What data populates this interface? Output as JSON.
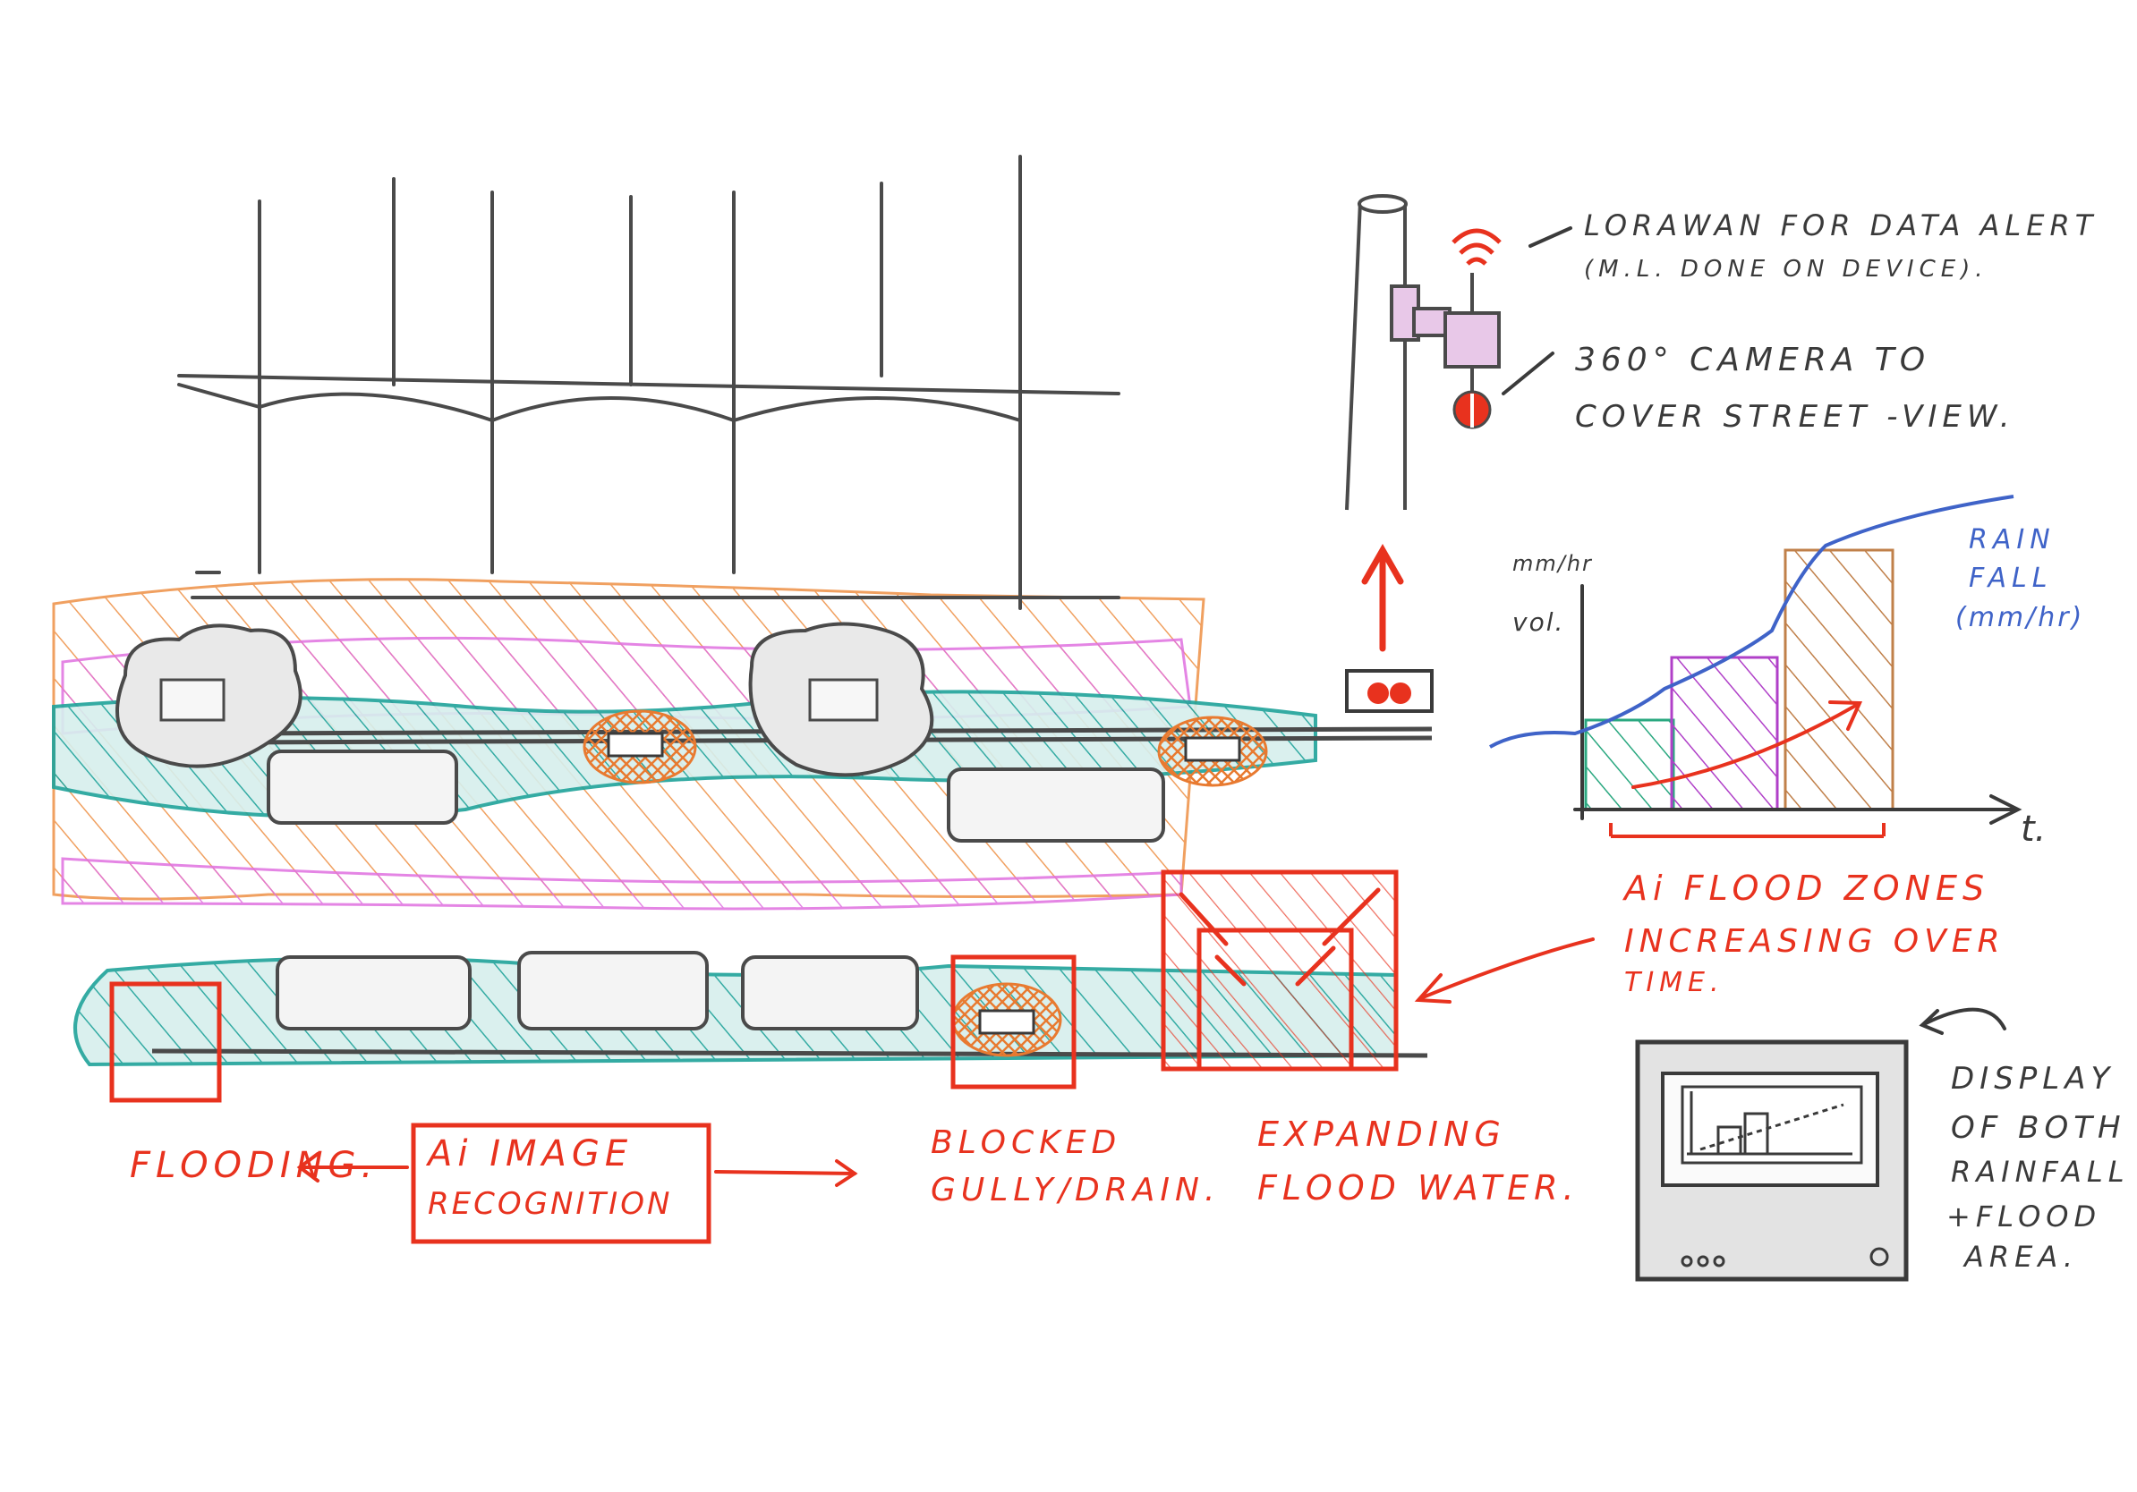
{
  "labels": {
    "lorawan_line1": "LORAWAN FOR DATA ALERT",
    "lorawan_line2": "(M.L. DONE ON DEVICE).",
    "camera_line1": "360° CAMERA TO",
    "camera_line2": "COVER STREET -VIEW.",
    "chart_ylabel1": "mm/hr",
    "chart_ylabel2": "vol.",
    "rainfall_line1": "RAIN",
    "rainfall_line2": "FALL",
    "rainfall_line3": "(mm/hr)",
    "time_axis": "t.",
    "flood_zones_line1": "Ai FLOOD ZONES",
    "flood_zones_line2": "INCREASING OVER",
    "flood_zones_line3": "TIME.",
    "flooding": "FLOODING.",
    "ai_image_line1": "Ai IMAGE",
    "ai_image_line2": "RECOGNITION",
    "blocked_line1": "BLOCKED",
    "blocked_line2": "GULLY/DRAIN.",
    "expanding_line1": "EXPANDING",
    "expanding_line2": "FLOOD WATER.",
    "display_line1": "DISPLAY",
    "display_line2": "OF BOTH",
    "display_line3": "RAINFALL",
    "display_line4": "+FLOOD",
    "display_line5": "AREA."
  },
  "colors": {
    "ink": "#4a4a4a",
    "red": "#e8321e",
    "teal": "#1fa39a",
    "teal_fill": "#d6efed",
    "orange": "#f0a060",
    "pink": "#e070e0",
    "brown": "#c0804a",
    "purple": "#b040c8",
    "green": "#2aa880",
    "blue": "#3f63c8"
  },
  "chart_data": {
    "type": "bar",
    "ylabel": "mm/hr vol.",
    "xlabel": "t.",
    "series": [
      {
        "name": "RAIN FALL (mm/hr)",
        "kind": "line"
      }
    ]
  }
}
